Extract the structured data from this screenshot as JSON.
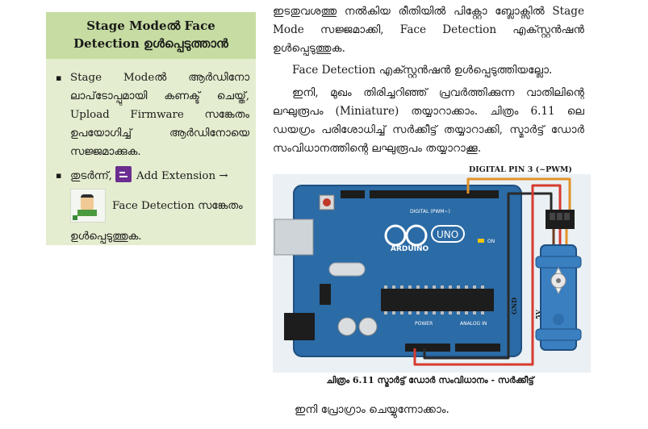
{
  "sidebar_box": {
    "heading": "Stage Modeൽ Face Detection ഉൾപ്പെടുത്താൻ",
    "bullet1": "Stage Modeൽ ആർഡിനോ ലാപ്‌ടോപ്പുമായി കണക്ട് ചെയ്ത്, Upload Firmware സങ്കേതം ഉപയോഗിച്ച് ആർഡിനോയെ സജ്ജമാക്കുക.",
    "bullet2_pre": "തുടർന്ന്,",
    "bullet2_mid": "Add Extension →",
    "bullet2_face": "Face Detection സങ്കേതം",
    "bullet2_end": "ഉൾപ്പെടുത്തുക.",
    "bullet_glyph": "▪",
    "icon_names": [
      "extension-icon",
      "face-detection-thumbnail"
    ]
  },
  "main": {
    "para1": "ഇടതുവശത്തു നൽകിയ രീതിയിൽ പിക്റ്റോ ബ്ലോക്സിൽ Stage Mode സജ്ജമാക്കി, Face Detection എക്സ്റ്റൻഷൻ ഉൾപ്പെടുത്തുക.",
    "para2": "Face Detection എക്സ്റ്റൻഷൻ ഉൾപ്പെടുത്തിയല്ലോ.",
    "para3": "ഇനി, മുഖം തിരിച്ചറിഞ്ഞ് പ്രവർത്തിക്കുന്ന വാതിലിന്റെ ലഘുരൂപം (Miniature) തയ്യാറാക്കാം. ചിത്രം 6.11 ലെ ഡയഗ്രം പരിശോധിച്ച് സർക്കീട്ട് തയ്യാറാക്കി, സ്മാർട്ട് ഡോർ സംവിധാനത്തിന്റെ ലഘുരൂപം തയ്യാറാക്കൂ.",
    "closing": "ഇനി പ്രോഗ്രാം ചെയ്യുന്നോക്കാം."
  },
  "figure": {
    "pin_label": "DIGITAL PIN 3 (~PWM)",
    "gnd_label": "GND",
    "vcc_label": "5V",
    "board_logo": "ARDUINO",
    "board_model": "UNO",
    "digital_label": "DIGITAL (PWM~)",
    "power_label": "POWER",
    "analog_label": "ANALOG IN",
    "on_label": "ON",
    "caption": "ചിത്രം 6.11 സ്മാർട്ട് ഡോർ സംവിധാനം - സർക്കീട്ട്",
    "colors": {
      "board": "#2b6ba6",
      "board_dark": "#1f4f80",
      "wire_signal": "#e2922b",
      "wire_power": "#d63a2f",
      "wire_ground": "#2a2a2a",
      "servo": "#3a7fc0",
      "figure_bg": "#eaf0f4"
    }
  }
}
